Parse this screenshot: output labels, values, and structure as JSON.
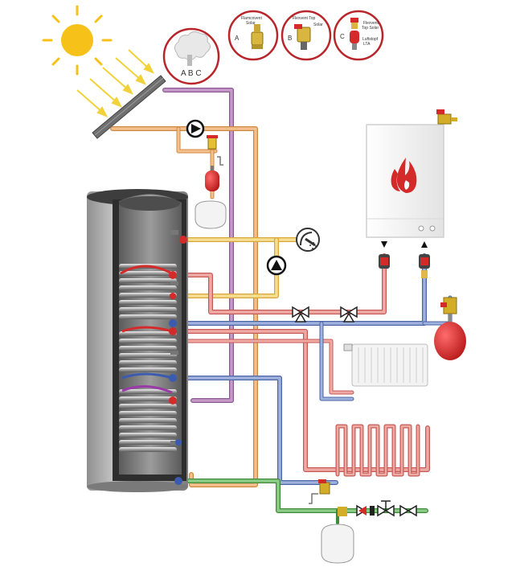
{
  "callouts": {
    "main_letters": "A B C",
    "a": {
      "letter": "A",
      "line1": "Flamcovent",
      "line2": "Solar"
    },
    "b": {
      "letter": "B",
      "line1": "Flexvent Top",
      "line2": "Solar"
    },
    "c": {
      "letter": "C",
      "line1": "Flexvent",
      "line2": "Top Solar",
      "line3": "Luftstopf",
      "line4": "LTA"
    }
  },
  "colors": {
    "solar_hot": "#b57ab8",
    "solar_return": "#f0b27a",
    "dhw_hot": "#f3d37a",
    "heating_flow": "#e8908a",
    "heating_return": "#7f93c8",
    "cold_water": "#6aa765",
    "accent_red": "#d42a2a",
    "tank_shell": "#b9b9b9"
  },
  "icons": [
    "sun-icon",
    "solar-collector",
    "pump-icon",
    "shower-icon",
    "flame-icon",
    "expansion-vessel",
    "valve-icon",
    "radiator",
    "floor-heating-loop"
  ]
}
